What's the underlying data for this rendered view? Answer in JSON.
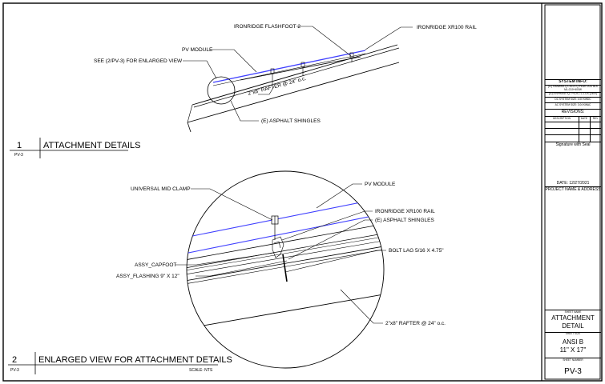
{
  "detail1": {
    "number": "1",
    "sheet_ref": "PV-3",
    "title": "ATTACHMENT DETAILS",
    "labels": {
      "flashfoot": "IRONRIDGE FLASHFOOT 2",
      "rail": "IRONRIDGE XR100 RAIL",
      "pv_module": "PV MODULE",
      "see_enlarged": "SEE (2/PV-3) FOR ENLARGED VIEW",
      "rafter": "2\"x8\" RAFTER @ 24\" o.c.",
      "shingles": "(E) ASPHALT SHINGLES"
    }
  },
  "detail2": {
    "number": "2",
    "sheet_ref": "PV-3",
    "title": "ENLARGED VIEW FOR ATTACHMENT DETAILS",
    "scale": "SCALE:  NTS",
    "labels": {
      "mid_clamp": "UNIVERSAL MID CLAMP",
      "pv_module": "PV MODULE",
      "rail": "IRONRIDGE XR100 RAIL",
      "shingles": "(E) ASPHALT SHINGLES",
      "capfoot": "ASSY_CAPFOOT",
      "bolt": "BOLT LAG 5/16 X 4.75\"",
      "flashing": "ASSY_FLASHING 9\" X 12\"",
      "rafter": "2\"x8\" RAFTER @ 24\" o.c."
    }
  },
  "title_block": {
    "system_info_header": "SYSTEM INFO:",
    "system_info_lines": [
      "(11) HANWHA Q.CELLS Q.PEAK DUO BLK",
      "ML-G10+400W",
      "(10) ENPHASE IQ7 PLUS-72-2-US (240V)",
      "DC SYSTEM SIZE: 4.00 KWDC",
      "AC SYSTEM SIZE: 3.04 KWAC"
    ],
    "revisions_header": "REVISIONS:",
    "revision_columns": [
      "DESCRIPTION",
      "DATE",
      "REV"
    ],
    "signature": "Signature with Seal",
    "date": "DATE: 12/27/2021",
    "project_name_header": "PROJECT NAME & ADDRESS",
    "sheet_name_header": "SHEET NAME",
    "sheet_name_line1": "ATTACHMENT",
    "sheet_name_line2": "DETAIL",
    "sheet_size_header": "SHEET SIZE",
    "sheet_size_line1": "ANSI B",
    "sheet_size_line2": "11\" X 17\"",
    "sheet_number_header": "SHEET NUMBER",
    "sheet_number": "PV-3"
  }
}
